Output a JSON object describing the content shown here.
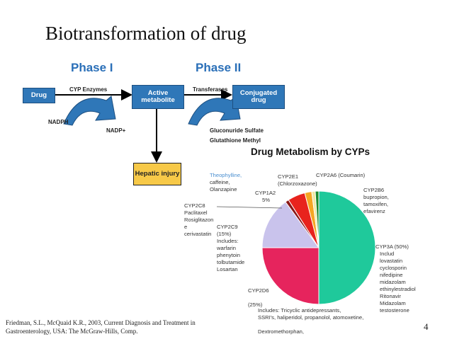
{
  "title": "Biotransformation of drug",
  "phases": {
    "phase1": "Phase I",
    "phase2": "Phase II"
  },
  "flow": {
    "drug": "Drug",
    "cyp_enzymes": "CYP Enzymes",
    "active_metabolite": "Active metabolite",
    "transferases": "Transferases",
    "conjugated_drug": "Conjugated drug",
    "nadph": "NADPH",
    "nadp": "NADP+",
    "gluconuride": "Gluconuride Sulfate",
    "glutathione": "Glutathione Methyl",
    "hepatic_injury": "Hepatic injury"
  },
  "colors": {
    "phase_blue": "#2a6fb8",
    "box_blue": "#2f77b8",
    "injury_yellow": "#f7c948"
  },
  "chart_data": {
    "type": "pie",
    "title": "Drug Metabolism by CYPs",
    "slices": [
      {
        "name": "CYP3A",
        "value": 50,
        "color": "#1fc99b"
      },
      {
        "name": "CYP2D6",
        "value": 25,
        "color": "#e6245d"
      },
      {
        "name": "CYP2C9",
        "value": 15,
        "color": "#c9c3ec"
      },
      {
        "name": "CYP2C8",
        "value": 1,
        "color": "#8a1717"
      },
      {
        "name": "CYP1A2",
        "value": 5,
        "color": "#e8231d"
      },
      {
        "name": "CYP2E1",
        "value": 2,
        "color": "#f5a623"
      },
      {
        "name": "CYP2A6",
        "value": 1,
        "color": "#f1e7a3"
      },
      {
        "name": "CYP2B6",
        "value": 1,
        "color": "#1c8a2e"
      }
    ],
    "labels": {
      "theophylline": [
        "Theophylline,",
        "caffeine,",
        "Olanzapine"
      ],
      "cyp2e1": [
        "CYP2E1",
        "(Chlorzoxazone)"
      ],
      "cyp2a6": "CYP2A6 (Coumarin)",
      "cyp1a2": [
        "CYP1A2",
        "5%"
      ],
      "cyp2b6": [
        "CYP2B6",
        "bupropion,",
        "tamoxifen,",
        "efavirenz"
      ],
      "cyp2c8": [
        "CYP2C8",
        "Paclitaxel",
        "Rosiglitazon",
        "e",
        "cerivastatin"
      ],
      "cyp2c9": [
        "CYP2C9",
        "(15%)",
        "Includes:",
        "warfarin",
        "phenytoin",
        "tolbutamide",
        "Losartan"
      ],
      "cyp3a": [
        "CYP3A (50%)",
        "Includ",
        "lovastatin",
        "cyclosporin",
        "nifedipine",
        "midazolam",
        "ethinylestradiol",
        "Ritonavir",
        "Midazolam",
        "testosterone"
      ],
      "cyp2d6": [
        "CYP2D6",
        "",
        "(25%)"
      ],
      "cyp2d6_includes": [
        "Includes: Tricyclic antidepressants,",
        "SSRI's, haliperidol, propanolol, atomoxetine,",
        "",
        "Dextromethorphan,"
      ]
    }
  },
  "citation": [
    "Friedman, S.L., McQuaid K.R., 2003, Current Diagnosis and Treatment in",
    "Gastroenterology, USA: The McGraw-Hills, Comp."
  ],
  "page_number": "4"
}
